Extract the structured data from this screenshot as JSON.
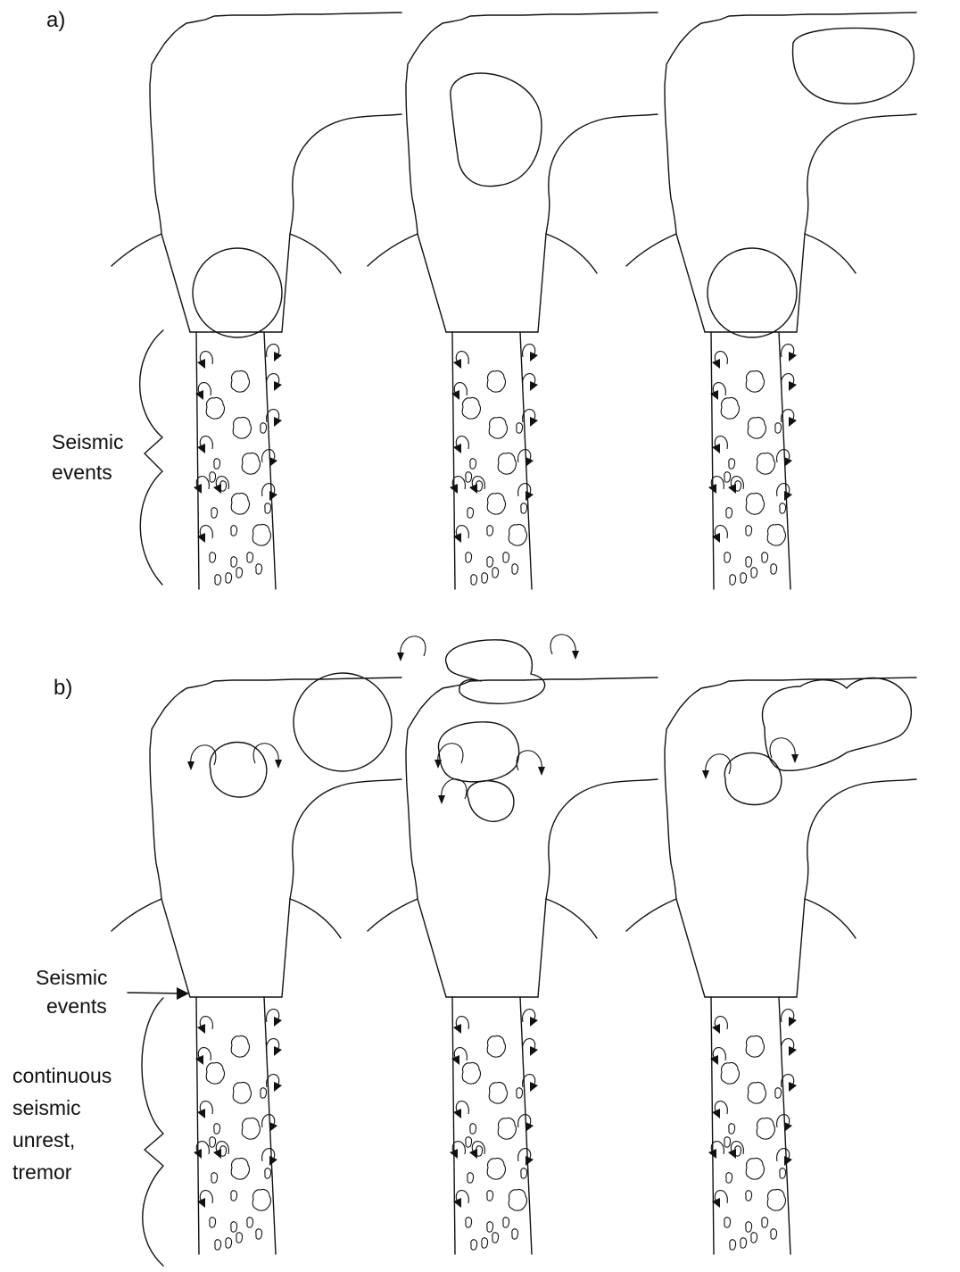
{
  "labels": {
    "panel_a": "a)",
    "panel_b": "b)",
    "a_seismic_events": [
      "Seismic",
      "events"
    ],
    "b_seismic_events": [
      "Seismic",
      "events"
    ],
    "b_continuous": [
      "continuous",
      "seismic",
      "unrest,",
      "tremor"
    ]
  },
  "colors": {
    "stroke": "#111111",
    "background": "#ffffff"
  },
  "panels": [
    {
      "row": "a",
      "frame": 1,
      "clast_rows": 8
    },
    {
      "row": "a",
      "frame": 2,
      "clast_rows": 8
    },
    {
      "row": "a",
      "frame": 3,
      "clast_rows": 8
    },
    {
      "row": "b",
      "frame": 1,
      "clast_rows": 8
    },
    {
      "row": "b",
      "frame": 2,
      "clast_rows": 8
    },
    {
      "row": "b",
      "frame": 3,
      "clast_rows": 8
    }
  ]
}
